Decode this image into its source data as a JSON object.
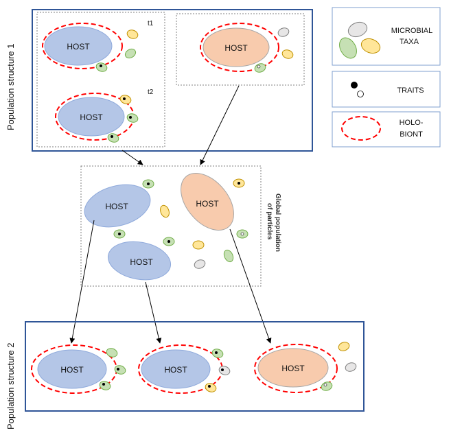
{
  "labels": {
    "host": "HOST",
    "t1": "t1",
    "t2": "t2",
    "population_structure_1": "Population structure 1",
    "population_structure_2": "Population structure 2",
    "global_line1": "Global population",
    "global_line2": "of particles"
  },
  "legend": {
    "microbial_line1": "MICROBIAL",
    "microbial_line2": "TAXA",
    "traits": "TRAITS",
    "holobiont_line1": "HOLO-",
    "holobiont_line2": "BIONT"
  },
  "colors": {
    "host_blue": "#b4c6e7",
    "host_blue_stroke": "#8ea9db",
    "host_orange": "#f8cbad",
    "host_orange_stroke": "#a6a6a6",
    "microbe_green": "#c6e0b4",
    "microbe_green_stroke": "#70ad47",
    "microbe_yellow": "#ffe699",
    "microbe_yellow_stroke": "#bf9000",
    "microbe_grey": "#e7e6e6",
    "microbe_grey_stroke": "#7f7f7f",
    "holobiont_red": "#ff0000",
    "frame_blue": "#2f5597",
    "legend_frame": "#7f9fcf"
  }
}
